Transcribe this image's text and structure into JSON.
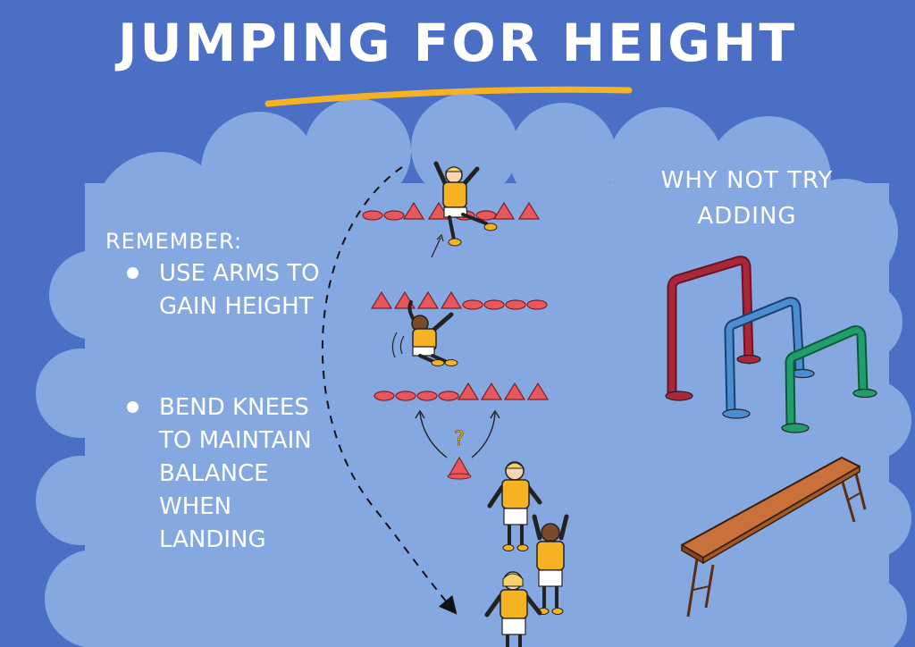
{
  "title": "JUMPING FOR HEIGHT",
  "remember": {
    "heading": "REMEMBER:",
    "tips": [
      "USE ARMS TO GAIN HEIGHT",
      "BEND KNEES TO MAINTAIN BALANCE WHEN LANDING"
    ]
  },
  "suggestion": "WHY NOT TRY ADDING",
  "question_mark": "?",
  "colors": {
    "background": "#4a6fc4",
    "cloud": "#86a8e0",
    "title_underline": "#f5b324",
    "cone": "#e8575c",
    "shirt": "#f5b324",
    "hurdle_red": "#a8283a",
    "hurdle_blue": "#4a8ed0",
    "hurdle_green": "#1f9d6a",
    "bench": "#c8713a"
  },
  "icons": [
    "cone-icon",
    "flat-marker-icon",
    "child-figure-icon",
    "hurdle-icon",
    "bench-icon",
    "dashed-arrow-icon"
  ]
}
